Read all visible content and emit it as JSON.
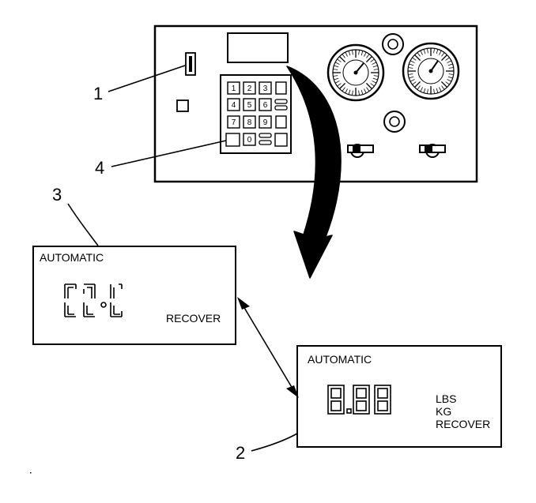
{
  "callouts": {
    "c1": "1",
    "c2": "2",
    "c3": "3",
    "c4": "4"
  },
  "keypad": {
    "keys": [
      "1",
      "2",
      "3",
      "4",
      "5",
      "6",
      "7",
      "8",
      "9",
      "0"
    ]
  },
  "display_left": {
    "mode": "AUTOMATIC",
    "status": "RECOVER"
  },
  "display_right": {
    "mode": "AUTOMATIC",
    "unit_lbs": "LBS",
    "unit_kg": "KG",
    "status": "RECOVER"
  }
}
